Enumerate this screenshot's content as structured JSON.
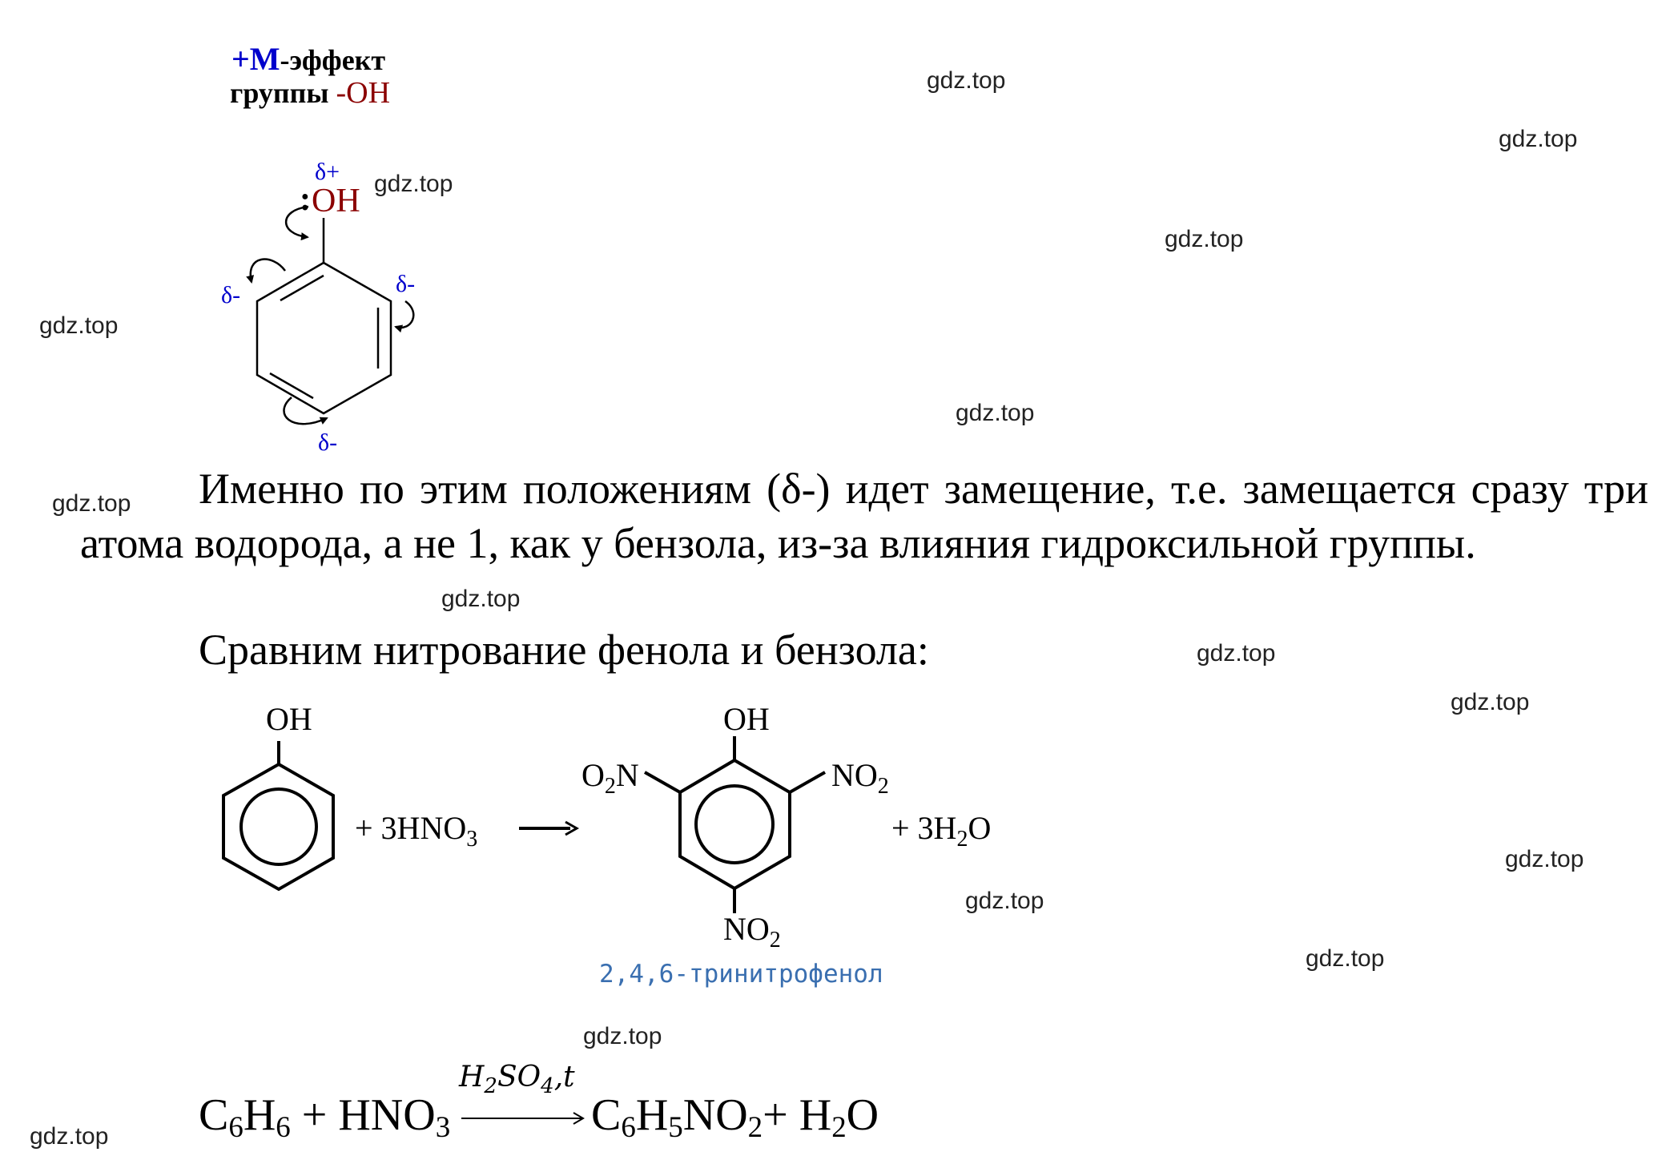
{
  "header": {
    "plus_m": "+M",
    "effect_word": "-эффект",
    "group_word": "группы",
    "oh_group": "-OH"
  },
  "phenol_diagram": {
    "delta_plus": "δ+",
    "lone_pair": ":",
    "oh": "OH",
    "delta_minus_left": "δ-",
    "delta_minus_right": "δ-",
    "delta_minus_bottom": "δ-"
  },
  "paragraph1": "Именно по этим положениям (δ-) идет замещение, т.е. замещается сразу три атома водорода, а не 1, как у бензола, из-за влияния гидроксильной группы.",
  "paragraph2": "Сравним нитрование фенола и бензола:",
  "phenol_reaction": {
    "reactant_oh": "OH",
    "plus_reagent": "+ 3HNO",
    "reagent_sub": "3",
    "product_oh": "OH",
    "o2n_left_o": "O",
    "o2n_left_sub": "2",
    "o2n_left_n": "N",
    "no2_right_no": "NO",
    "no2_right_sub": "2",
    "no2_bottom_no": "NO",
    "no2_bottom_sub": "2",
    "plus_water": "+ 3H",
    "water_sub": "2",
    "water_o": "O",
    "product_name": "2,4,6-тринитрофенол"
  },
  "benzene_equation": {
    "c": "C",
    "c_sub1": "6",
    "h": "H",
    "h_sub1": "6",
    "plus_hno": " + HNO",
    "hno_sub": "3",
    "condition_h": "H",
    "condition_sub1": "2",
    "condition_so": "SO",
    "condition_sub2": "4",
    "condition_t": ",t",
    "prod_c": "C",
    "prod_c_sub": "6",
    "prod_h": "H",
    "prod_h_sub": "5",
    "prod_no": "NO",
    "prod_no_sub": "2",
    "plus_h": "+ H",
    "water_sub": "2",
    "water_o": "O"
  },
  "watermark": "gdz.top",
  "colors": {
    "blue": "#0000cc",
    "dark_red": "#8b0000",
    "product_name": "#3a6fb0",
    "watermark": "#222222"
  }
}
